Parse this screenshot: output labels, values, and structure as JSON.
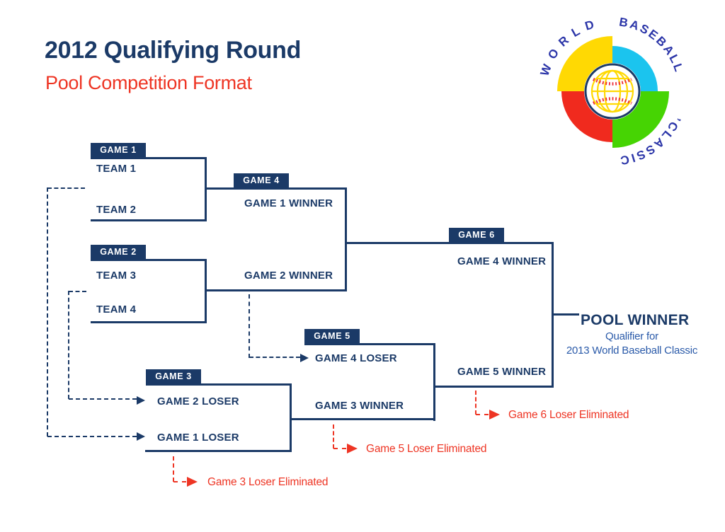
{
  "header": {
    "title": "2012 Qualifying Round",
    "subtitle": "Pool Competition Format"
  },
  "logo": {
    "words": [
      "WORLD",
      "BASEBALL",
      "’CLASSIC"
    ],
    "colors": {
      "yellow": "#FFD903",
      "cyan": "#1BC4EE",
      "red": "#F02A1E",
      "green": "#46D403",
      "text_blue": "#2B35A8",
      "ball_outline": "#1B3A67",
      "stitch_red": "#EE2B33",
      "ball_white": "#FFFFFF"
    }
  },
  "bracket": {
    "games": [
      {
        "label": "GAME 1",
        "top_entry": "TEAM 1",
        "bottom_entry": "TEAM 2"
      },
      {
        "label": "GAME 2",
        "top_entry": "TEAM 3",
        "bottom_entry": "TEAM 4"
      },
      {
        "label": "GAME 3",
        "top_entry": "GAME 2 LOSER",
        "bottom_entry": "GAME 1 LOSER"
      },
      {
        "label": "GAME 4",
        "top_entry": "GAME 1 WINNER",
        "bottom_entry": "GAME 2 WINNER"
      },
      {
        "label": "GAME 5",
        "top_entry": "GAME 4 LOSER",
        "bottom_entry": "GAME 3 WINNER"
      },
      {
        "label": "GAME 6",
        "top_entry": "GAME 4 WINNER",
        "bottom_entry": "GAME 5 WINNER"
      }
    ],
    "eliminations": [
      "Game 3 Loser Eliminated",
      "Game 5 Loser Eliminated",
      "Game 6 Loser Eliminated"
    ],
    "winner": {
      "title": "POOL WINNER",
      "subtitle_line1": "Qualifier for",
      "subtitle_line2": "2013 World Baseball Classic"
    }
  },
  "colors": {
    "navy": "#1B3A67",
    "red": "#EE3524",
    "medium_blue": "#2A5AA9"
  }
}
